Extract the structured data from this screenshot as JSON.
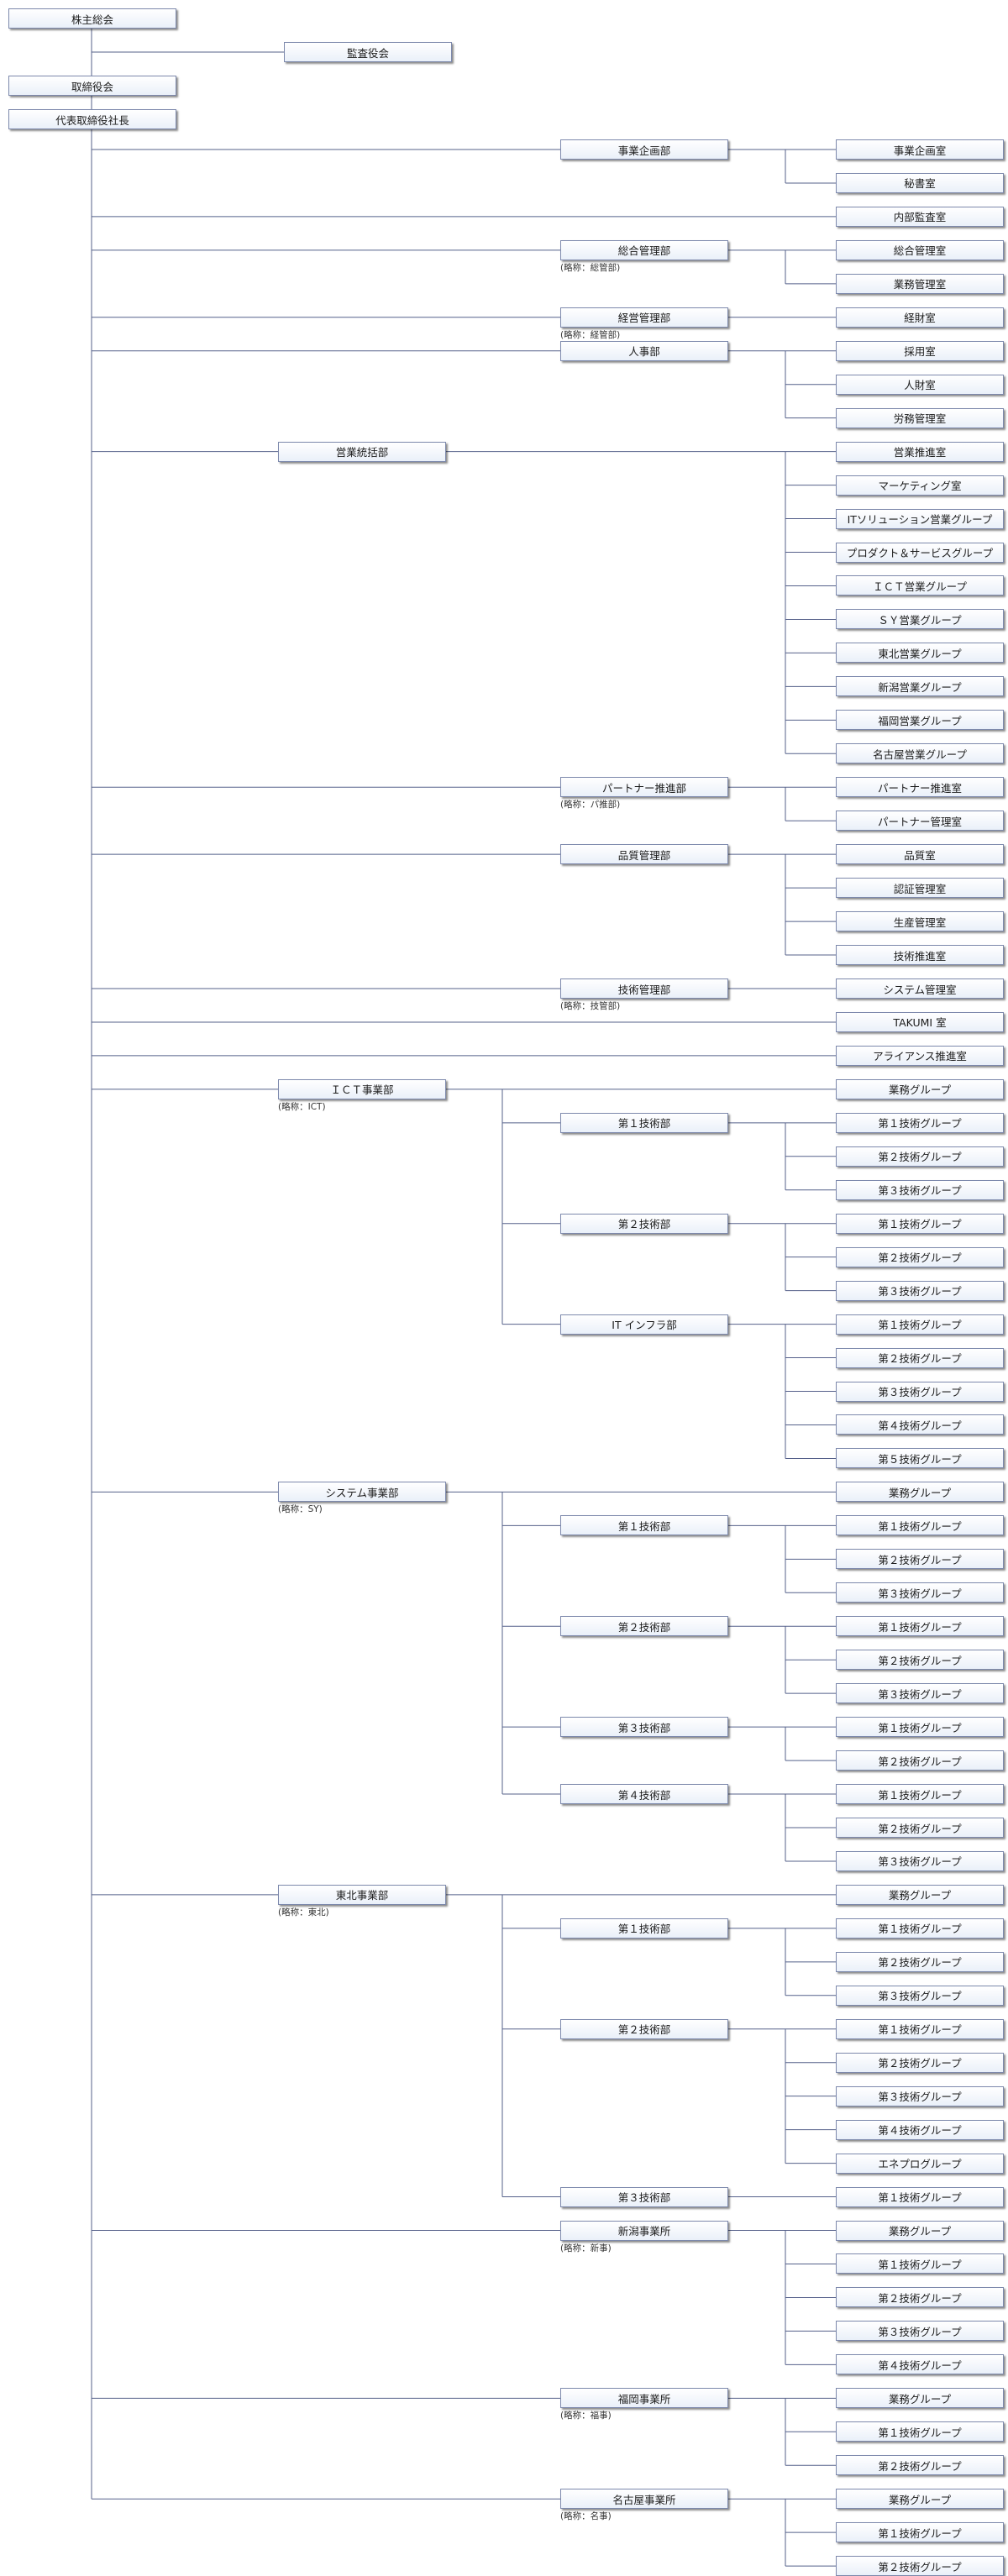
{
  "org_chart": {
    "top": {
      "shareholders": "株主総会",
      "auditors": "監査役会",
      "board": "取締役会",
      "president": "代表取締役社長"
    },
    "divisions": [
      {
        "name": "事業企画部",
        "level": "dept",
        "children": [
          "事業企画室",
          "秘書室"
        ]
      },
      {
        "name": "内部監査室",
        "level": "leaf"
      },
      {
        "name": "総合管理部",
        "level": "dept",
        "abbr": "(略称：総管部)",
        "children": [
          "総合管理室",
          "業務管理室"
        ]
      },
      {
        "name": "経営管理部",
        "level": "dept",
        "abbr": "(略称：経管部)",
        "children": [
          "経財室"
        ]
      },
      {
        "name": "人事部",
        "level": "dept",
        "children": [
          "採用室",
          "人財室",
          "労務管理室"
        ]
      },
      {
        "name": "営業統括部",
        "level": "hq",
        "children": [
          "営業推進室",
          "マーケティング室",
          "ITソリューション営業グループ",
          "プロダクト＆サービスグループ",
          "ＩＣＴ営業グループ",
          "ＳＹ営業グループ",
          "東北営業グループ",
          "新潟営業グループ",
          "福岡営業グループ",
          "名古屋営業グループ"
        ]
      },
      {
        "name": "パートナー推進部",
        "level": "dept",
        "abbr": "(略称：パ推部)",
        "children": [
          "パートナー推進室",
          "パートナー管理室"
        ]
      },
      {
        "name": "品質管理部",
        "level": "dept",
        "children": [
          "品質室",
          "認証管理室",
          "生産管理室",
          "技術推進室"
        ]
      },
      {
        "name": "技術管理部",
        "level": "dept",
        "abbr": "(略称：技管部)",
        "children": [
          "システム管理室"
        ]
      },
      {
        "name": "TAKUMI 室",
        "level": "leaf"
      },
      {
        "name": "アライアンス推進室",
        "level": "leaf"
      },
      {
        "name": "ＩＣＴ事業部",
        "level": "hq",
        "abbr": "(略称：ICT)",
        "children": [
          "業務グループ"
        ],
        "subdepts": [
          {
            "name": "第１技術部",
            "children": [
              "第１技術グループ",
              "第２技術グループ",
              "第３技術グループ"
            ]
          },
          {
            "name": "第２技術部",
            "children": [
              "第１技術グループ",
              "第２技術グループ",
              "第３技術グループ"
            ]
          },
          {
            "name": "IT インフラ部",
            "children": [
              "第１技術グループ",
              "第２技術グループ",
              "第３技術グループ",
              "第４技術グループ",
              "第５技術グループ"
            ]
          }
        ]
      },
      {
        "name": "システム事業部",
        "level": "hq",
        "abbr": "(略称：SY)",
        "children": [
          "業務グループ"
        ],
        "subdepts": [
          {
            "name": "第１技術部",
            "children": [
              "第１技術グループ",
              "第２技術グループ",
              "第３技術グループ"
            ]
          },
          {
            "name": "第２技術部",
            "children": [
              "第１技術グループ",
              "第２技術グループ",
              "第３技術グループ"
            ]
          },
          {
            "name": "第３技術部",
            "children": [
              "第１技術グループ",
              "第２技術グループ"
            ]
          },
          {
            "name": "第４技術部",
            "children": [
              "第１技術グループ",
              "第２技術グループ",
              "第３技術グループ"
            ]
          }
        ]
      },
      {
        "name": "東北事業部",
        "level": "hq",
        "abbr": "(略称：東北)",
        "children": [
          "業務グループ"
        ],
        "subdepts": [
          {
            "name": "第１技術部",
            "children": [
              "第１技術グループ",
              "第２技術グループ",
              "第３技術グループ"
            ]
          },
          {
            "name": "第２技術部",
            "children": [
              "第１技術グループ",
              "第２技術グループ",
              "第３技術グループ",
              "第４技術グループ",
              "エネプログループ"
            ]
          },
          {
            "name": "第３技術部",
            "children": [
              "第１技術グループ"
            ]
          }
        ]
      },
      {
        "name": "新潟事業所",
        "level": "dept",
        "abbr": "(略称：新事)",
        "children": [
          "業務グループ",
          "第１技術グループ",
          "第２技術グループ",
          "第３技術グループ",
          "第４技術グループ"
        ]
      },
      {
        "name": "福岡事業所",
        "level": "dept",
        "abbr": "(略称：福事)",
        "children": [
          "業務グループ",
          "第１技術グループ",
          "第２技術グループ"
        ]
      },
      {
        "name": "名古屋事業所",
        "level": "dept",
        "abbr": "(略称：名事)",
        "children": [
          "業務グループ",
          "第１技術グループ",
          "第２技術グループ"
        ]
      }
    ]
  }
}
